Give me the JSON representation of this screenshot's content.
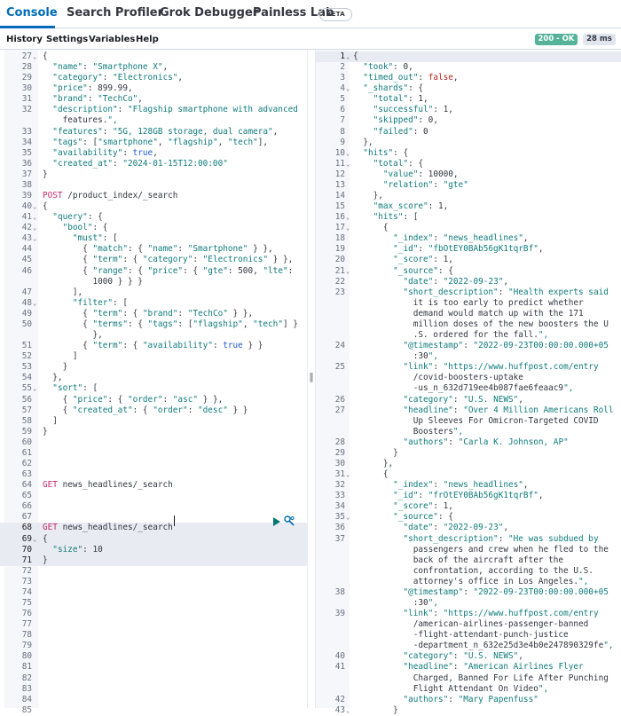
{
  "tabs": [
    {
      "label": "Console"
    },
    {
      "label": "Search Profiler"
    },
    {
      "label": "Grok Debugger"
    },
    {
      "label": "Painless Lab"
    }
  ],
  "beta_badge": "BETA",
  "menu": [
    {
      "label": "History"
    },
    {
      "label": "Settings"
    },
    {
      "label": "Variables"
    },
    {
      "label": "Help"
    }
  ],
  "status": {
    "code": "200 - OK",
    "time": "28 ms",
    "color": "#54b399"
  },
  "colors": {
    "accent": "#006bb8",
    "string": "#127b7b",
    "boolean": "#1c59d6",
    "method": "#c5276a",
    "false": "#bd271e"
  },
  "request_lines": [
    {
      "n": "27",
      "fold": "⌄",
      "code": "{"
    },
    {
      "n": "28",
      "code": "  \"name\": \"Smartphone X\","
    },
    {
      "n": "29",
      "code": "  \"category\": \"Electronics\","
    },
    {
      "n": "30",
      "code": "  \"price\": 899.99,"
    },
    {
      "n": "31",
      "code": "  \"brand\": \"TechCo\","
    },
    {
      "n": "32",
      "code": "  \"description\": \"Flagship smartphone with advanced"
    },
    {
      "n": "",
      "code": "    features.\","
    },
    {
      "n": "33",
      "code": "  \"features\": \"5G, 128GB storage, dual camera\","
    },
    {
      "n": "34",
      "code": "  \"tags\": [\"smartphone\", \"flagship\", \"tech\"],"
    },
    {
      "n": "35",
      "code": "  \"availability\": true,"
    },
    {
      "n": "36",
      "code": "  \"created_at\": \"2024-01-15T12:00:00\""
    },
    {
      "n": "37",
      "code": "}"
    },
    {
      "n": "38",
      "code": ""
    },
    {
      "n": "39",
      "code": "POST /product_index/_search"
    },
    {
      "n": "40",
      "fold": "⌄",
      "code": "{"
    },
    {
      "n": "41",
      "fold": "⌄",
      "code": "  \"query\": {"
    },
    {
      "n": "42",
      "fold": "⌄",
      "code": "    \"bool\": {"
    },
    {
      "n": "43",
      "fold": "⌄",
      "code": "      \"must\": ["
    },
    {
      "n": "44",
      "code": "        { \"match\": { \"name\": \"Smartphone\" } },"
    },
    {
      "n": "45",
      "code": "        { \"term\": { \"category\": \"Electronics\" } },"
    },
    {
      "n": "46",
      "code": "        { \"range\": { \"price\": { \"gte\": 500, \"lte\":"
    },
    {
      "n": "",
      "code": "          1000 } } }"
    },
    {
      "n": "47",
      "code": "      ],"
    },
    {
      "n": "48",
      "fold": "⌄",
      "code": "      \"filter\": ["
    },
    {
      "n": "49",
      "code": "        { \"term\": { \"brand\": \"TechCo\" } },"
    },
    {
      "n": "50",
      "code": "        { \"terms\": { \"tags\": [\"flagship\", \"tech\"] }"
    },
    {
      "n": "",
      "code": "          },"
    },
    {
      "n": "51",
      "code": "        { \"term\": { \"availability\": true } }"
    },
    {
      "n": "52",
      "code": "      ]"
    },
    {
      "n": "53",
      "code": "    }"
    },
    {
      "n": "54",
      "code": "  },"
    },
    {
      "n": "55",
      "fold": "⌄",
      "code": "  \"sort\": ["
    },
    {
      "n": "56",
      "code": "    { \"price\": { \"order\": \"asc\" } },"
    },
    {
      "n": "57",
      "code": "    { \"created_at\": { \"order\": \"desc\" } }"
    },
    {
      "n": "58",
      "code": "  ]"
    },
    {
      "n": "59",
      "code": "}"
    },
    {
      "n": "60",
      "code": ""
    },
    {
      "n": "61",
      "code": ""
    },
    {
      "n": "62",
      "code": ""
    },
    {
      "n": "63",
      "code": ""
    },
    {
      "n": "64",
      "code": "GET news_headlines/_search"
    },
    {
      "n": "65",
      "code": ""
    },
    {
      "n": "66",
      "code": ""
    },
    {
      "n": "67",
      "code": ""
    },
    {
      "n": "68",
      "code": "GET news_headlines/_search",
      "hl": true
    },
    {
      "n": "69",
      "fold": "⌄",
      "code": "{",
      "hl": true
    },
    {
      "n": "70",
      "code": "  \"size\": 10",
      "hl": true
    },
    {
      "n": "71",
      "code": "}",
      "hl": true
    },
    {
      "n": "72",
      "code": ""
    },
    {
      "n": "73",
      "code": ""
    },
    {
      "n": "74",
      "code": ""
    },
    {
      "n": "75",
      "code": ""
    },
    {
      "n": "76",
      "code": ""
    },
    {
      "n": "77",
      "code": ""
    },
    {
      "n": "78",
      "code": ""
    },
    {
      "n": "79",
      "code": ""
    },
    {
      "n": "80",
      "code": ""
    },
    {
      "n": "81",
      "code": ""
    },
    {
      "n": "82",
      "code": ""
    },
    {
      "n": "83",
      "code": ""
    },
    {
      "n": "84",
      "code": ""
    },
    {
      "n": "85",
      "code": ""
    }
  ],
  "response_lines": [
    {
      "n": "1",
      "fold": "⌄",
      "code": "{",
      "hl": true
    },
    {
      "n": "2",
      "code": "  \"took\": 0,"
    },
    {
      "n": "3",
      "code": "  \"timed_out\": false,"
    },
    {
      "n": "4",
      "fold": "⌄",
      "code": "  \"_shards\": {"
    },
    {
      "n": "5",
      "code": "    \"total\": 1,"
    },
    {
      "n": "6",
      "code": "    \"successful\": 1,"
    },
    {
      "n": "7",
      "code": "    \"skipped\": 0,"
    },
    {
      "n": "8",
      "code": "    \"failed\": 0"
    },
    {
      "n": "9",
      "code": "  },"
    },
    {
      "n": "10",
      "fold": "⌄",
      "code": "  \"hits\": {"
    },
    {
      "n": "11",
      "fold": "⌄",
      "code": "    \"total\": {"
    },
    {
      "n": "12",
      "code": "      \"value\": 10000,"
    },
    {
      "n": "13",
      "code": "      \"relation\": \"gte\""
    },
    {
      "n": "14",
      "code": "    },"
    },
    {
      "n": "15",
      "code": "    \"max_score\": 1,"
    },
    {
      "n": "16",
      "fold": "⌄",
      "code": "    \"hits\": ["
    },
    {
      "n": "17",
      "fold": "⌄",
      "code": "      {"
    },
    {
      "n": "18",
      "code": "        \"_index\": \"news_headlines\","
    },
    {
      "n": "19",
      "code": "        \"_id\": \"fbOtEY0BAb56gK1tqrBf\","
    },
    {
      "n": "20",
      "code": "        \"_score\": 1,"
    },
    {
      "n": "21",
      "fold": "⌄",
      "code": "        \"_source\": {"
    },
    {
      "n": "22",
      "code": "          \"date\": \"2022-09-23\","
    },
    {
      "n": "23",
      "code": "          \"short_description\": \"Health experts said"
    },
    {
      "n": "",
      "code": "            it is too early to predict whether"
    },
    {
      "n": "",
      "code": "            demand would match up with the 171"
    },
    {
      "n": "",
      "code": "            million doses of the new boosters the U"
    },
    {
      "n": "",
      "code": "            .S. ordered for the fall.\","
    },
    {
      "n": "24",
      "code": "          \"@timestamp\": \"2022-09-23T00:00:00.000+05"
    },
    {
      "n": "",
      "code": "            :30\","
    },
    {
      "n": "25",
      "code": "          \"link\": \"https://www.huffpost.com/entry"
    },
    {
      "n": "",
      "code": "            /covid-boosters-uptake"
    },
    {
      "n": "",
      "code": "            -us_n_632d719ee4b087fae6feaac9\","
    },
    {
      "n": "26",
      "code": "          \"category\": \"U.S. NEWS\","
    },
    {
      "n": "27",
      "code": "          \"headline\": \"Over 4 Million Americans Roll"
    },
    {
      "n": "",
      "code": "            Up Sleeves For Omicron-Targeted COVID"
    },
    {
      "n": "",
      "code": "            Boosters\","
    },
    {
      "n": "28",
      "code": "          \"authors\": \"Carla K. Johnson, AP\""
    },
    {
      "n": "29",
      "code": "        }"
    },
    {
      "n": "30",
      "code": "      },"
    },
    {
      "n": "31",
      "fold": "⌄",
      "code": "      {"
    },
    {
      "n": "32",
      "code": "        \"_index\": \"news_headlines\","
    },
    {
      "n": "33",
      "code": "        \"_id\": \"frOtEY0BAb56gK1tqrBf\","
    },
    {
      "n": "34",
      "code": "        \"_score\": 1,"
    },
    {
      "n": "35",
      "fold": "⌄",
      "code": "        \"_source\": {"
    },
    {
      "n": "36",
      "code": "          \"date\": \"2022-09-23\","
    },
    {
      "n": "37",
      "code": "          \"short_description\": \"He was subdued by"
    },
    {
      "n": "",
      "code": "            passengers and crew when he fled to the"
    },
    {
      "n": "",
      "code": "            back of the aircraft after the"
    },
    {
      "n": "",
      "code": "            confrontation, according to the U.S."
    },
    {
      "n": "",
      "code": "            attorney's office in Los Angeles.\","
    },
    {
      "n": "38",
      "code": "          \"@timestamp\": \"2022-09-23T00:00:00.000+05"
    },
    {
      "n": "",
      "code": "            :30\","
    },
    {
      "n": "39",
      "code": "          \"link\": \"https://www.huffpost.com/entry"
    },
    {
      "n": "",
      "code": "            /american-airlines-passenger-banned"
    },
    {
      "n": "",
      "code": "            -flight-attendant-punch-justice"
    },
    {
      "n": "",
      "code": "            -department_n_632e25d3e4b0e247890329fe\","
    },
    {
      "n": "40",
      "code": "          \"category\": \"U.S. NEWS\","
    },
    {
      "n": "41",
      "code": "          \"headline\": \"American Airlines Flyer"
    },
    {
      "n": "",
      "code": "            Charged, Banned For Life After Punching"
    },
    {
      "n": "",
      "code": "            Flight Attendant On Video\","
    },
    {
      "n": "42",
      "code": "          \"authors\": \"Mary Papenfuss\""
    },
    {
      "n": "43",
      "fold": "⌄",
      "code": "        }"
    }
  ]
}
